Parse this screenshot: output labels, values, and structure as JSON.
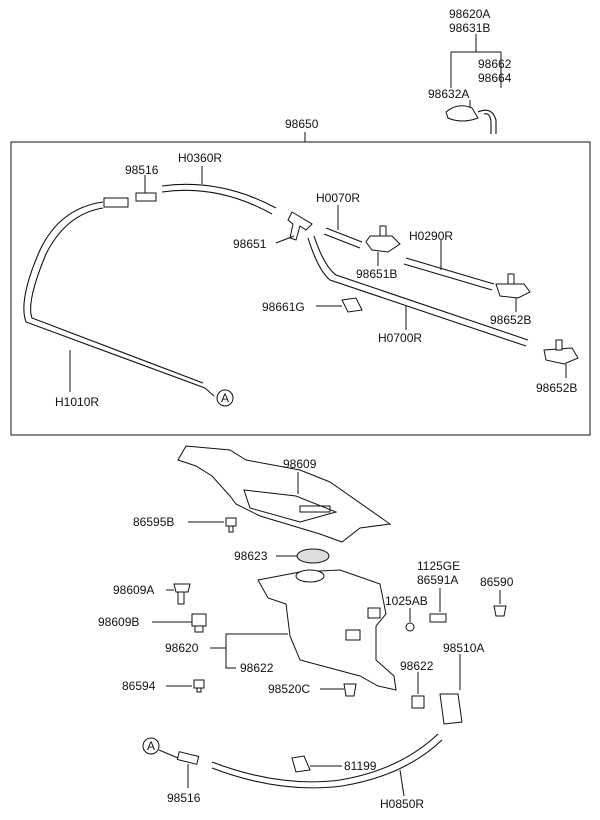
{
  "labels": {
    "p98620A": "98620A",
    "p98631B": "98631B",
    "p98662": "98662",
    "p98664": "98664",
    "p98632A": "98632A",
    "p98650": "98650",
    "p98516_top": "98516",
    "pH0360R": "H0360R",
    "pH0070R": "H0070R",
    "p98651": "98651",
    "pH0290R": "H0290R",
    "p98651B": "98651B",
    "p98661G": "98661G",
    "p98652B_a": "98652B",
    "pH0700R": "H0700R",
    "p98652B_b": "98652B",
    "pH1010R": "H1010R",
    "refA_top": "A",
    "p98609": "98609",
    "p86595B": "86595B",
    "p98623": "98623",
    "p1125GE": "1125GE",
    "p86591A": "86591A",
    "p86590": "86590",
    "p98609A": "98609A",
    "p1025AB": "1025AB",
    "p98609B": "98609B",
    "p98620": "98620",
    "p98622_a": "98622",
    "p98510A": "98510A",
    "p98622_b": "98622",
    "p86594": "86594",
    "p98520C": "98520C",
    "refA_bottom": "A",
    "p81199": "81199",
    "p98516_bottom": "98516",
    "pH0850R": "H0850R"
  }
}
